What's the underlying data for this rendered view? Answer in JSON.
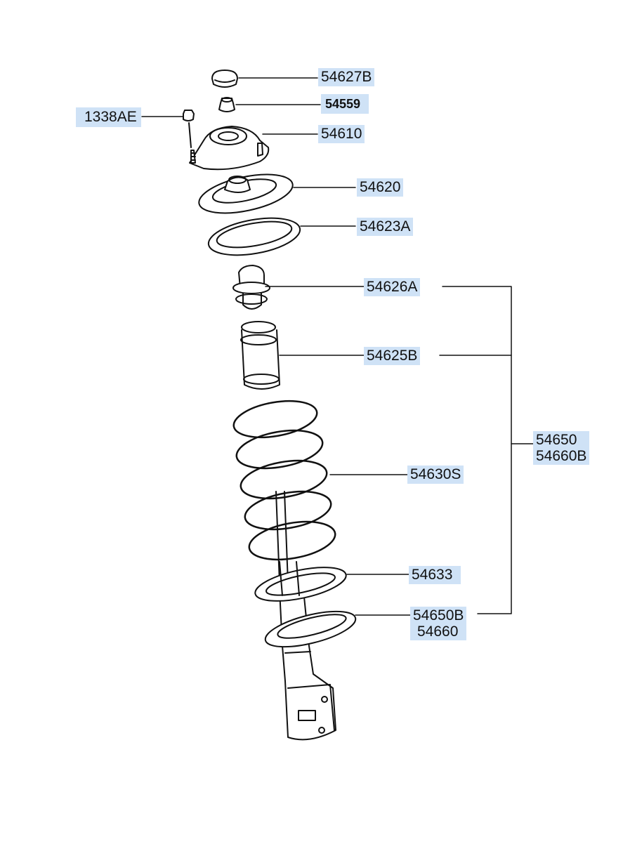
{
  "diagram": {
    "labels": {
      "p54627B": "54627B",
      "p54559": "54559",
      "p1338AE": "1338AE",
      "p54610": "54610",
      "p54620": "54620",
      "p54623A": "54623A",
      "p54626A": "54626A",
      "p54625B": "54625B",
      "p54650": "54650",
      "p54660B": "54660B",
      "p54630S": "54630S",
      "p54633": "54633",
      "p54650B": "54650B",
      "p54660": "54660"
    },
    "colors": {
      "label_highlight": "#cfe2f6",
      "line": "#111111",
      "background": "#ffffff"
    }
  }
}
